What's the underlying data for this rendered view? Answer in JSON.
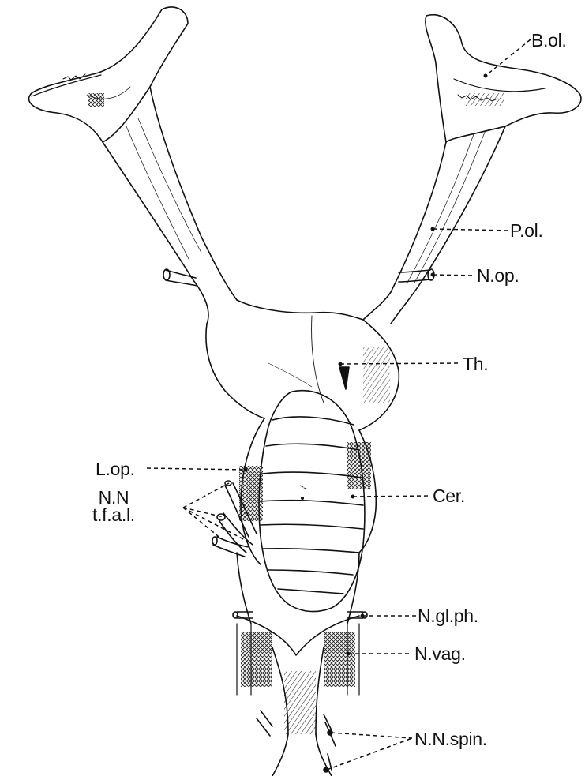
{
  "labels": {
    "b_ol": "B.ol.",
    "p_ol": "P.ol.",
    "n_op": "N.op.",
    "th": "Th.",
    "l_op": "L.op.",
    "cer": "Cer.",
    "nn_line1": "N.N",
    "nn_line2": "t.f.a.l.",
    "n_gl_ph": "N.gl.ph.",
    "n_vag": "N.vag.",
    "nn_spin": "N.N.spin."
  },
  "colors": {
    "ink": "#111111",
    "background": "#ffffff"
  }
}
